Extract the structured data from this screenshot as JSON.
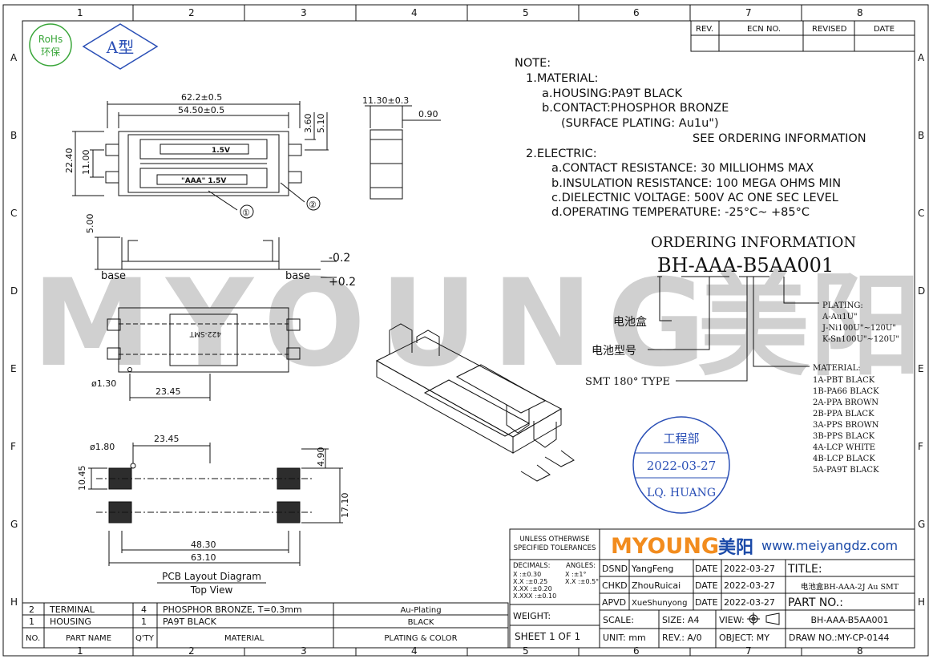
{
  "border": {
    "cols": [
      "1",
      "2",
      "3",
      "4",
      "5",
      "6",
      "7",
      "8"
    ],
    "rows": [
      "A",
      "B",
      "C",
      "D",
      "E",
      "F",
      "G",
      "H"
    ]
  },
  "badges": {
    "rohs_line1": "RoHs",
    "rohs_line2": "环保",
    "type": "A型"
  },
  "revision": {
    "headers": [
      "REV.",
      "ECN NO.",
      "REVISED",
      "DATE"
    ]
  },
  "note": {
    "title": "NOTE:",
    "lines": [
      "1.MATERIAL:",
      "a.HOUSING:PA9T BLACK",
      "b.CONTACT:PHOSPHOR BRONZE",
      "(SURFACE PLATING: Au1u\")",
      "SEE ORDERING INFORMATION",
      "2.ELECTRIC:",
      "a.CONTACT RESISTANCE: 30 MILLIOHMS MAX",
      "b.INSULATION RESISTANCE: 100 MEGA OHMS MIN",
      "c.DIELECTNIC VOLTAGE: 500V AC ONE SEC LEVEL",
      "d.OPERATING TEMPERATURE: -25°C~ +85°C"
    ]
  },
  "ordering": {
    "title": "ORDERING INFORMATION",
    "code": "BH-AAA-B5AA001",
    "label_box": "电池盒",
    "label_model": "电池型号",
    "label_smt": "SMT 180° TYPE",
    "plating": [
      "PLATING:",
      "A-Au1U\"",
      "J-Ni100U\"~120U\"",
      "K-Sn100U\"~120U\""
    ],
    "material": [
      "MATERIAL:",
      "1A-PBT BLACK",
      "1B-PA66 BLACK",
      "2A-PPA BROWN",
      "2B-PPA BLACK",
      "3A-PPS BROWN",
      "3B-PPS BLACK",
      "4A-LCP WHITE",
      "4B-LCP BLACK",
      "5A-PA9T BLACK"
    ]
  },
  "stamp": {
    "dept": "工程部",
    "date": "2022-03-27",
    "name": "LQ. HUANG"
  },
  "top_view": {
    "dim_62": "62.2±0.5",
    "dim_54": "54.50±0.5",
    "dim_22": "22.40",
    "dim_11": "11.00",
    "dim_360": "3.60",
    "dim_510": "5.10",
    "label_15v": "1.5V",
    "label_aaa": "\"AAA\" 1.5V",
    "callout_1": "①",
    "callout_2": "②"
  },
  "side_view": {
    "dim_1130": "11.30±0.3",
    "dim_090": "0.90"
  },
  "front_view": {
    "dim_500": "5.00",
    "base_left": "base",
    "base_right": "base",
    "tol_minus": "-0.2",
    "tol_plus": "+0.2"
  },
  "bottom_view": {
    "dia": "ø1.30",
    "dim_2345": "23.45",
    "stamp": "422-SMT"
  },
  "pcb": {
    "dia": "ø1.80",
    "dim_2345": "23.45",
    "dim_490": "4.90",
    "dim_1045": "10.45",
    "dim_1710": "17.10",
    "dim_4830": "48.30",
    "dim_6310": "63.10",
    "title": "PCB Layout Diagram",
    "subtitle": "Top View"
  },
  "bom": {
    "rows": [
      {
        "no": "2",
        "name": "TERMINAL",
        "qty": "4",
        "material": "PHOSPHOR BRONZE, T=0.3mm",
        "color": "Au-Plating"
      },
      {
        "no": "1",
        "name": "HOUSING",
        "qty": "1",
        "material": "PA9T BLACK",
        "color": "BLACK"
      }
    ],
    "header": {
      "no": "NO.",
      "name": "PART NAME",
      "qty": "Q'TY",
      "material": "MATERIAL",
      "color": "PLATING & COLOR"
    }
  },
  "title_block": {
    "tol_title1": "UNLESS OTHERWISE",
    "tol_title2": "SPECIFIED TOLERANCES",
    "decimals": "DECIMALS:",
    "angles": "ANGLES:",
    "tol_x": "X    :±0.30",
    "tol_xx": "X.X  :±0.25",
    "tol_xxx": "X.XX :±0.20",
    "tol_xxxx": "X.XXX :±0.10",
    "ang_x": "X   :±1°",
    "ang_xx": "X.X :±0.5°",
    "weight": "WEIGHT:",
    "sheet": "SHEET 1 OF 1",
    "brand_en": "MYOUNG",
    "brand_cn": "美阳",
    "website": "www.meiyangdz.com",
    "dsnd": "DSND",
    "dsnd_name": "YangFeng",
    "chkd": "CHKD",
    "chkd_name": "ZhouRuicai",
    "apvd": "APVD",
    "apvd_name": "XueShunyong",
    "date_label": "DATE",
    "date_value": "2022-03-27",
    "title_label": "TITLE:",
    "title_value": "电池盒BH-AAA-2J Au SMT",
    "partno_label": "PART NO.:",
    "partno_value": "BH-AAA-B5AA001",
    "scale": "SCALE:",
    "size": "SIZE: A4",
    "view": "VIEW:",
    "unit": "UNIT: mm",
    "rev": "REV.: A/0",
    "object": "OBJECT: MY",
    "drawno": "DRAW NO.:MY-CP-0144"
  },
  "watermark": {
    "text": "MYOUNG",
    "cn": "美阳"
  },
  "colors": {
    "blue": "#2a4fb6",
    "brand_orange": "#f28c1e",
    "brand_blue": "#1b4aa8"
  }
}
